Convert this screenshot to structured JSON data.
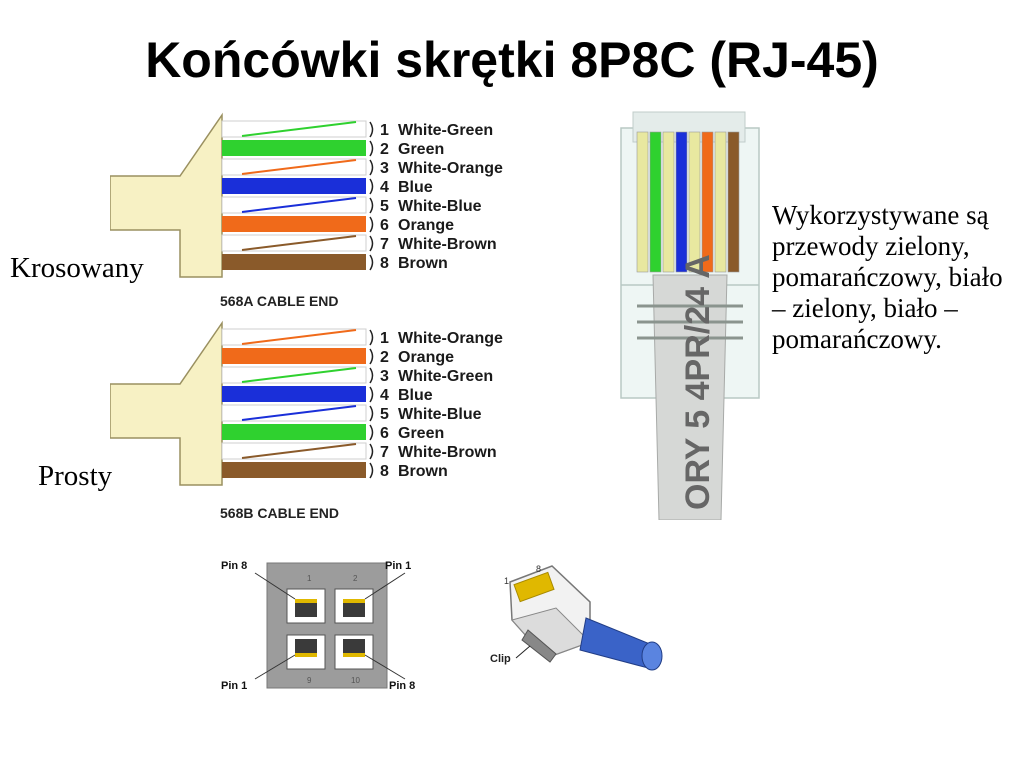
{
  "title": "Końcówki skrętki 8P8C (RJ-45)",
  "labels": {
    "crossed": "Krosowany",
    "straight": "Prosty"
  },
  "note": "Wykorzystywane są przewody zielony, pomarańczowy, biało – zielony, biało – pomarańczowy.",
  "diagram_568a": {
    "caption": "568A CABLE END",
    "wires": [
      {
        "pin": "1",
        "name": "White-Green",
        "color": "#2fd12f",
        "striped": true
      },
      {
        "pin": "2",
        "name": "Green",
        "color": "#2fd12f",
        "striped": false
      },
      {
        "pin": "3",
        "name": "White-Orange",
        "color": "#f06a1a",
        "striped": true
      },
      {
        "pin": "4",
        "name": "Blue",
        "color": "#1a2fd9",
        "striped": false
      },
      {
        "pin": "5",
        "name": "White-Blue",
        "color": "#1a2fd9",
        "striped": true
      },
      {
        "pin": "6",
        "name": "Orange",
        "color": "#f06a1a",
        "striped": false
      },
      {
        "pin": "7",
        "name": "White-Brown",
        "color": "#8a5a2a",
        "striped": true
      },
      {
        "pin": "8",
        "name": "Brown",
        "color": "#8a5a2a",
        "striped": false
      }
    ]
  },
  "diagram_568b": {
    "caption": "568B CABLE END",
    "wires": [
      {
        "pin": "1",
        "name": "White-Orange",
        "color": "#f06a1a",
        "striped": true
      },
      {
        "pin": "2",
        "name": "Orange",
        "color": "#f06a1a",
        "striped": false
      },
      {
        "pin": "3",
        "name": "White-Green",
        "color": "#2fd12f",
        "striped": true
      },
      {
        "pin": "4",
        "name": "Blue",
        "color": "#1a2fd9",
        "striped": false
      },
      {
        "pin": "5",
        "name": "White-Blue",
        "color": "#1a2fd9",
        "striped": true
      },
      {
        "pin": "6",
        "name": "Green",
        "color": "#2fd12f",
        "striped": false
      },
      {
        "pin": "7",
        "name": "White-Brown",
        "color": "#8a5a2a",
        "striped": true
      },
      {
        "pin": "8",
        "name": "Brown",
        "color": "#8a5a2a",
        "striped": false
      }
    ]
  },
  "plug_photo": {
    "jacket_text": "ORY 5 4PR/24 A",
    "wire_colors": [
      "#e8e8a0",
      "#2fd12f",
      "#e8e8a0",
      "#1a2fd9",
      "#e8e8a0",
      "#f06a1a",
      "#e8e8a0",
      "#8a5a2a"
    ]
  },
  "jack": {
    "pin8_top": "Pin 8",
    "pin1_top": "Pin 1",
    "pin1_bottom": "Pin 1",
    "pin8_bottom": "Pin 8",
    "small_numbers": [
      "1",
      "2",
      "9",
      "10"
    ]
  },
  "connector": {
    "clip_label": "Clip",
    "pin_numbers": [
      "1",
      "8"
    ]
  },
  "colors": {
    "jacket": "#f7f1c4",
    "jacket_stroke": "#9a9060"
  }
}
